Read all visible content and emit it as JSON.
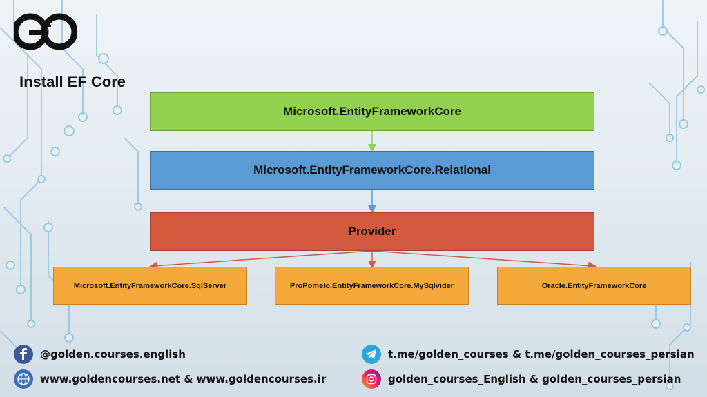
{
  "slide": {
    "title": "Install EF Core",
    "logo_letters": "GO"
  },
  "diagram": {
    "core": "Microsoft.EntityFrameworkCore",
    "relational": "Microsoft.EntityFrameworkCore.Relational",
    "provider": "Provider",
    "providers": [
      "Microsoft.EntityFrameworkCore.SqlServer",
      "ProPomelo.EntityFrameworkCore.MySqlvider",
      "Oracle.EntityFrameworkCore"
    ]
  },
  "footer": {
    "facebook": "@golden.courses.english",
    "website": "www.goldencourses.net & www.goldencourses.ir",
    "telegram": "t.me/golden_courses & t.me/golden_courses_persian",
    "instagram": "golden_courses_English & golden_courses_persian"
  },
  "colors": {
    "green": "#92d050",
    "blue": "#5b9bd5",
    "red": "#d35a3e",
    "orange": "#f6a93b"
  },
  "icons": [
    "facebook-icon",
    "globe-icon",
    "telegram-icon",
    "instagram-icon"
  ]
}
